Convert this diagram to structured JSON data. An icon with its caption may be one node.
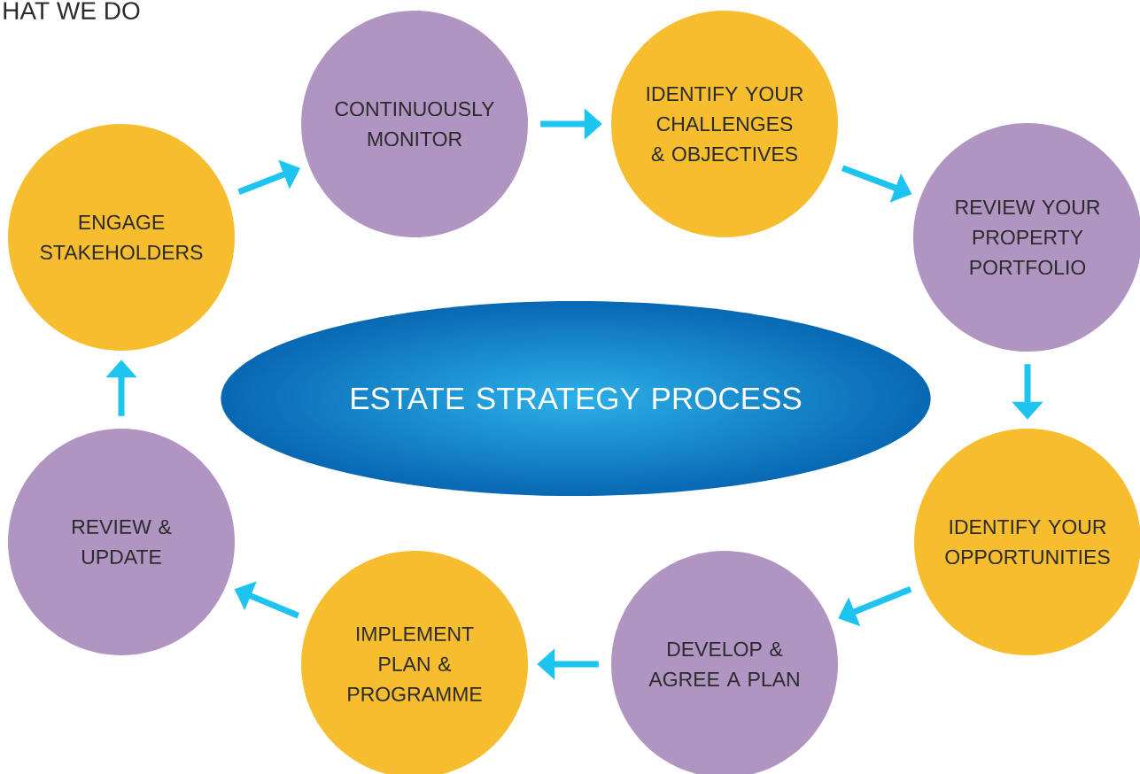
{
  "diagram": {
    "nodes": [
      {
        "text": [
          "CONTINUOUSLY MONITOR"
        ]
      },
      {
        "text": [
          "IDENTIFY YOUR CHALLENGES & OBJECTIVES"
        ]
      },
      {
        "text": [
          "REVIEW YOUR PROPERTY PORTFOLIO"
        ]
      },
      {
        "text": [
          "IDENTIFY YOUR OPPORTUNITIES"
        ]
      },
      {
        "text": [
          "DEVELOP & AGREE A PLAN"
        ]
      },
      {
        "text": [
          "IMPLEMENT PLAN & PROGRAMME"
        ]
      },
      {
        "text": [
          "REVIEW & UPDATE"
        ]
      },
      {
        "text": [
          "ENGAGE STAKEHOLDERS"
        ]
      },
      {
        "text": [
          "ESTATE STRATEGY PROCESS"
        ]
      }
    ],
    "edges": [
      {
        "from": 0,
        "to": 1,
        "arrow": "to"
      },
      {
        "from": 1,
        "to": 2,
        "arrow": "to"
      },
      {
        "from": 2,
        "to": 3,
        "arrow": "to"
      },
      {
        "from": 3,
        "to": 4,
        "arrow": "to"
      },
      {
        "from": 4,
        "to": 5,
        "arrow": "to"
      },
      {
        "from": 5,
        "to": 6,
        "arrow": "to"
      },
      {
        "from": 6,
        "to": 7,
        "arrow": "to"
      },
      {
        "from": 7,
        "to": 0,
        "arrow": "to"
      }
    ],
    "labels": [
      "HAT WE DO"
    ]
  }
}
